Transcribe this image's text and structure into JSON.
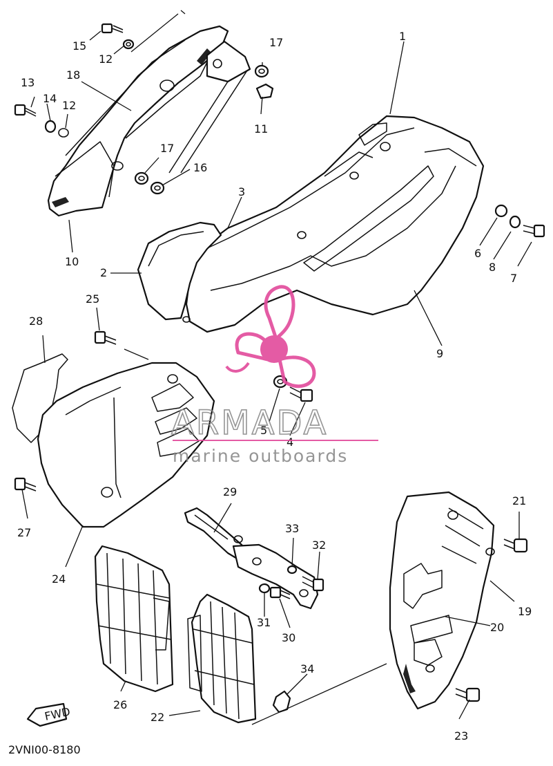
{
  "diagram_code": "2VNI00-8180",
  "fwd_label": "FWD",
  "watermark": {
    "brand": "ARMADA",
    "tagline": "marine outboards",
    "color": "#e24a9b"
  },
  "callouts": {
    "c1": "1",
    "c2": "2",
    "c3": "3",
    "c4": "4",
    "c5": "5",
    "c6": "6",
    "c7": "7",
    "c8": "8",
    "c9": "9",
    "c10": "10",
    "c11": "11",
    "c12a": "12",
    "c12b": "12",
    "c13": "13",
    "c14": "14",
    "c15": "15",
    "c16": "16",
    "c17a": "17",
    "c17b": "17",
    "c18": "18",
    "c19": "19",
    "c20": "20",
    "c21": "21",
    "c22": "22",
    "c23": "23",
    "c24": "24",
    "c25": "25",
    "c26": "26",
    "c27": "27",
    "c28": "28",
    "c29": "29",
    "c30": "30",
    "c31": "31",
    "c32": "32",
    "c33": "33",
    "c34": "34"
  }
}
